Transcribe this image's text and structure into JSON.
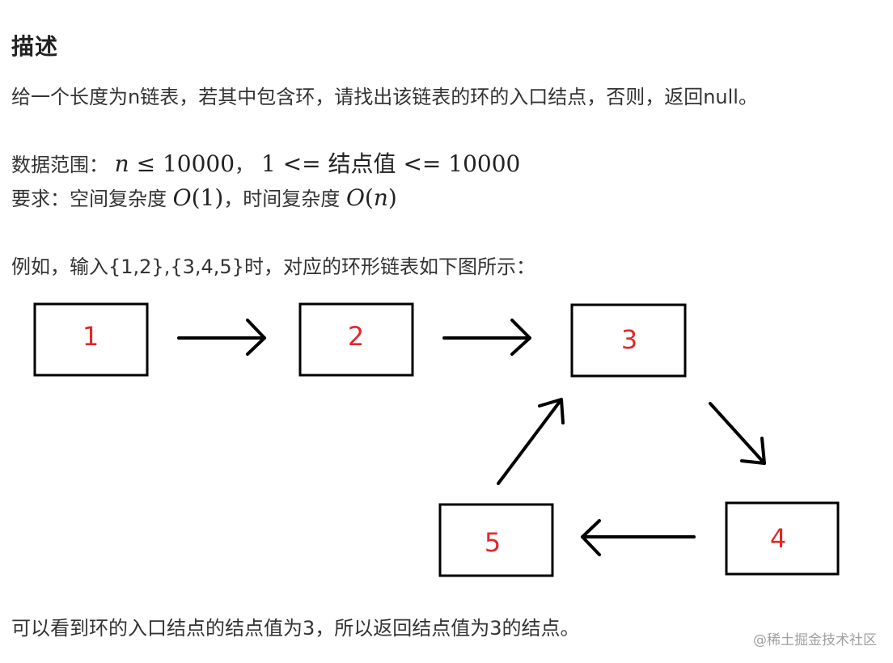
{
  "heading": "描述",
  "description": "给一个长度为n链表，若其中包含环，请找出该链表的环的入口结点，否则，返回null。",
  "range": {
    "label": "数据范围：",
    "n_var": "n",
    "le": "≤",
    "n_max": "10000",
    "sep": "，",
    "one": "1",
    "lte1": "<=",
    "node_value": "结点值",
    "lte2": "<=",
    "v_max": "10000"
  },
  "requirement": {
    "label": "要求：空间复杂度",
    "space_O": "O",
    "space_arg": "1",
    "mid": "，时间复杂度",
    "time_O": "O",
    "time_arg": "n"
  },
  "example": "例如，输入{1,2},{3,4,5}时，对应的环形链表如下图所示：",
  "diagram": {
    "nodes": [
      "1",
      "2",
      "3",
      "4",
      "5"
    ],
    "label_color": "#e0282a"
  },
  "conclusion": "可以看到环的入口结点的结点值为3，所以返回结点值为3的结点。",
  "watermark": "@稀土掘金技术社区"
}
